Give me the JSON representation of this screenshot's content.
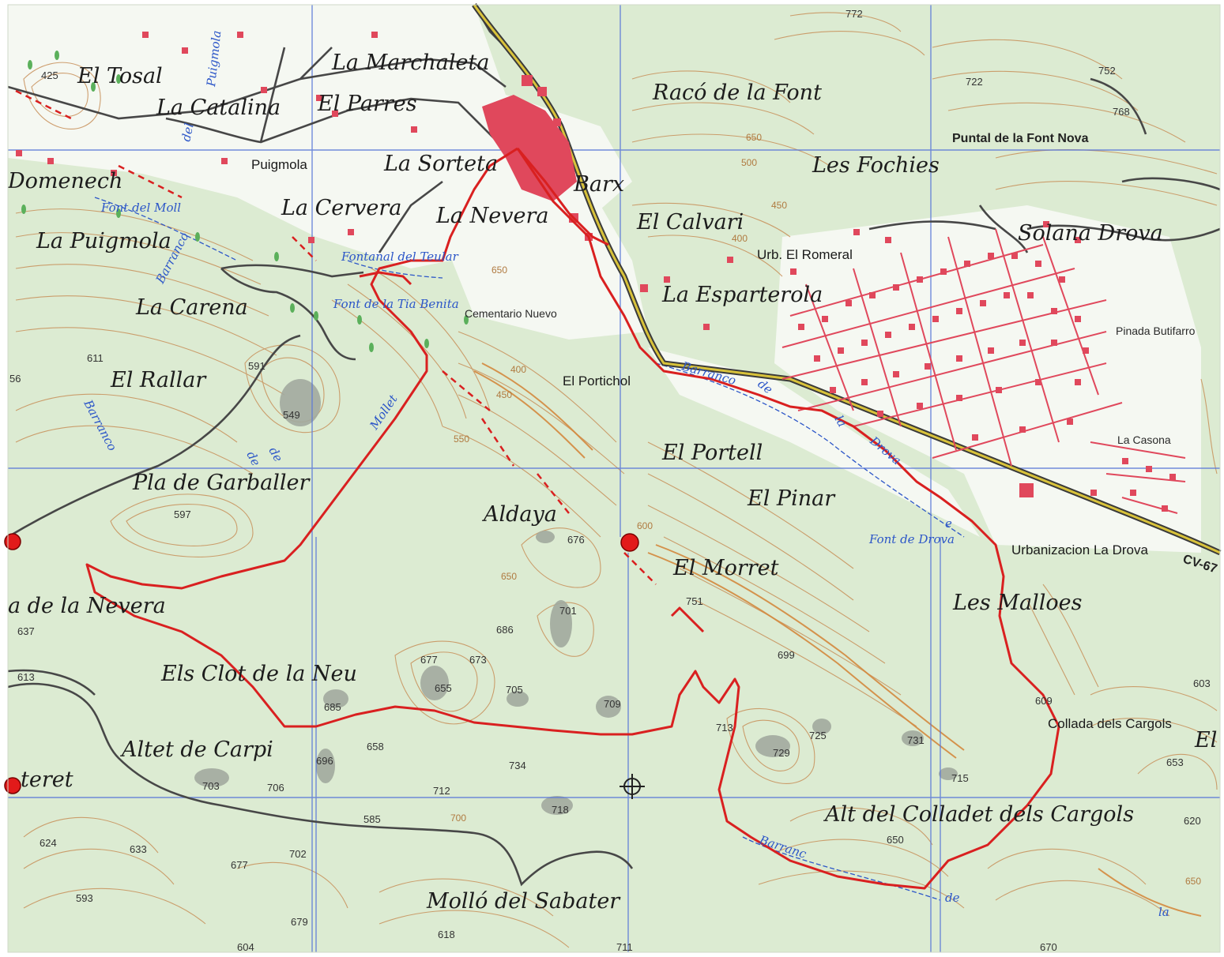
{
  "colors": {
    "terrain": "#dcebd2",
    "clearing": "#f4f7f1",
    "contour": "#c8905a",
    "grid": "#5b78d8",
    "route": "#d92020",
    "road": "#474747",
    "urban": "#e0485c",
    "water": "#2c56c8",
    "rock": "#9ea69a",
    "highway_fill": "#d8c23a"
  },
  "places": {
    "el_tosal": "El Tosal",
    "la_catalina": "La Catalina",
    "la_marchaleta": "La Marchaleta",
    "el_parres": "El Parres",
    "raco_de_la_font": "Racó de la Font",
    "puntal_font_nova": "Puntal de la Font Nova",
    "domenech": "Domenech",
    "puigmola_village": "Puigmola",
    "la_sorteta": "La Sorteta",
    "barx": "Barx",
    "les_fochies": "Les Fochies",
    "la_cervera": "La Cervera",
    "la_nevera": "La Nevera",
    "el_calvari": "El Calvari",
    "solana_drova": "Solana Drova",
    "la_puigmola": "La Puigmola",
    "urb_el_romeral": "Urb. El Romeral",
    "la_carena": "La Carena",
    "la_esparterola": "La Esparterola",
    "cementario_nuevo": "Cementario Nuevo",
    "pinada_butifarro": "Pinada Butifarro",
    "el_rallar": "El Rallar",
    "el_portichol": "El Portichol",
    "el_portell": "El Portell",
    "la_casona": "La Casona",
    "pla_de_garballer": "Pla de Garballer",
    "el_pinar": "El Pinar",
    "aldaya": "Aldaya",
    "urbanizacion_la_drova": "Urbanizacion La Drova",
    "el_morret": "El Morret",
    "les_malloes": "Les Malloes",
    "de_la_nevera": "a de la Nevera",
    "els_clot_de_la_neu": "Els Clot de la Neu",
    "collada_dels_cargols": "Collada dels Cargols",
    "el_edge": "El",
    "altet_de_carpi": "Altet de Carpi",
    "tereta": "teret",
    "alt_del_colladet": "Alt del Colladet dels Cargols",
    "mollo_del_sabater": "Molló del Sabater"
  },
  "water": {
    "font_del_moll": "Font del Moll",
    "barranco_left": "Barranco",
    "fontanal_teular": "Fontanal del Teular",
    "font_tia_benita": "Font de la Tia Benita",
    "barranco_rallar": "Barranco",
    "de_rallar": "de",
    "puigmola_stream": "Puigmola",
    "del_stream": "del",
    "barranco_drova": "Barranco",
    "de_drova": "de",
    "la_drova1": "la",
    "drova_label": "Drova",
    "font_drova": "Font de Drova",
    "barranc_bottom": "Barranc",
    "de_bottom": "de",
    "la_bottom": "la",
    "mollet": "Mollet",
    "de_mid": "de",
    "e_lbl": "e"
  },
  "roads": {
    "cv_label": "CV-67"
  },
  "spot_heights": {
    "h425": "425",
    "h772": "772",
    "h722": "722",
    "h752": "752",
    "h768": "768",
    "h611": "611",
    "h591": "591",
    "h549": "549",
    "h56": "56",
    "h597": "597",
    "h676": "676",
    "h637": "637",
    "h613": "613",
    "h701": "701",
    "h686": "686",
    "h677": "677",
    "h673": "673",
    "h655": "655",
    "h705": "705",
    "h685": "685",
    "h709": "709",
    "h751": "751",
    "h699": "699",
    "h713": "713",
    "h725": "725",
    "h729": "729",
    "h731": "731",
    "h715": "715",
    "h609": "609",
    "h603": "603",
    "h653": "653",
    "h658": "658",
    "h696": "696",
    "h734": "734",
    "h703": "703",
    "h706": "706",
    "h712": "712",
    "h718": "718",
    "h585": "585",
    "h624": "624",
    "h633": "633",
    "h702": "702",
    "h677b": "677",
    "h593": "593",
    "h679": "679",
    "h618": "618",
    "h604": "604",
    "h711": "711",
    "h650": "650",
    "h620": "620",
    "h670": "670"
  },
  "contour_labels": {
    "c650a": "650",
    "c500": "500",
    "c450": "450",
    "c400": "400",
    "c650b": "650",
    "c400b": "400",
    "c450b": "450",
    "c550": "550",
    "c600": "600",
    "c650c": "650",
    "c700": "700",
    "c650d": "650"
  }
}
